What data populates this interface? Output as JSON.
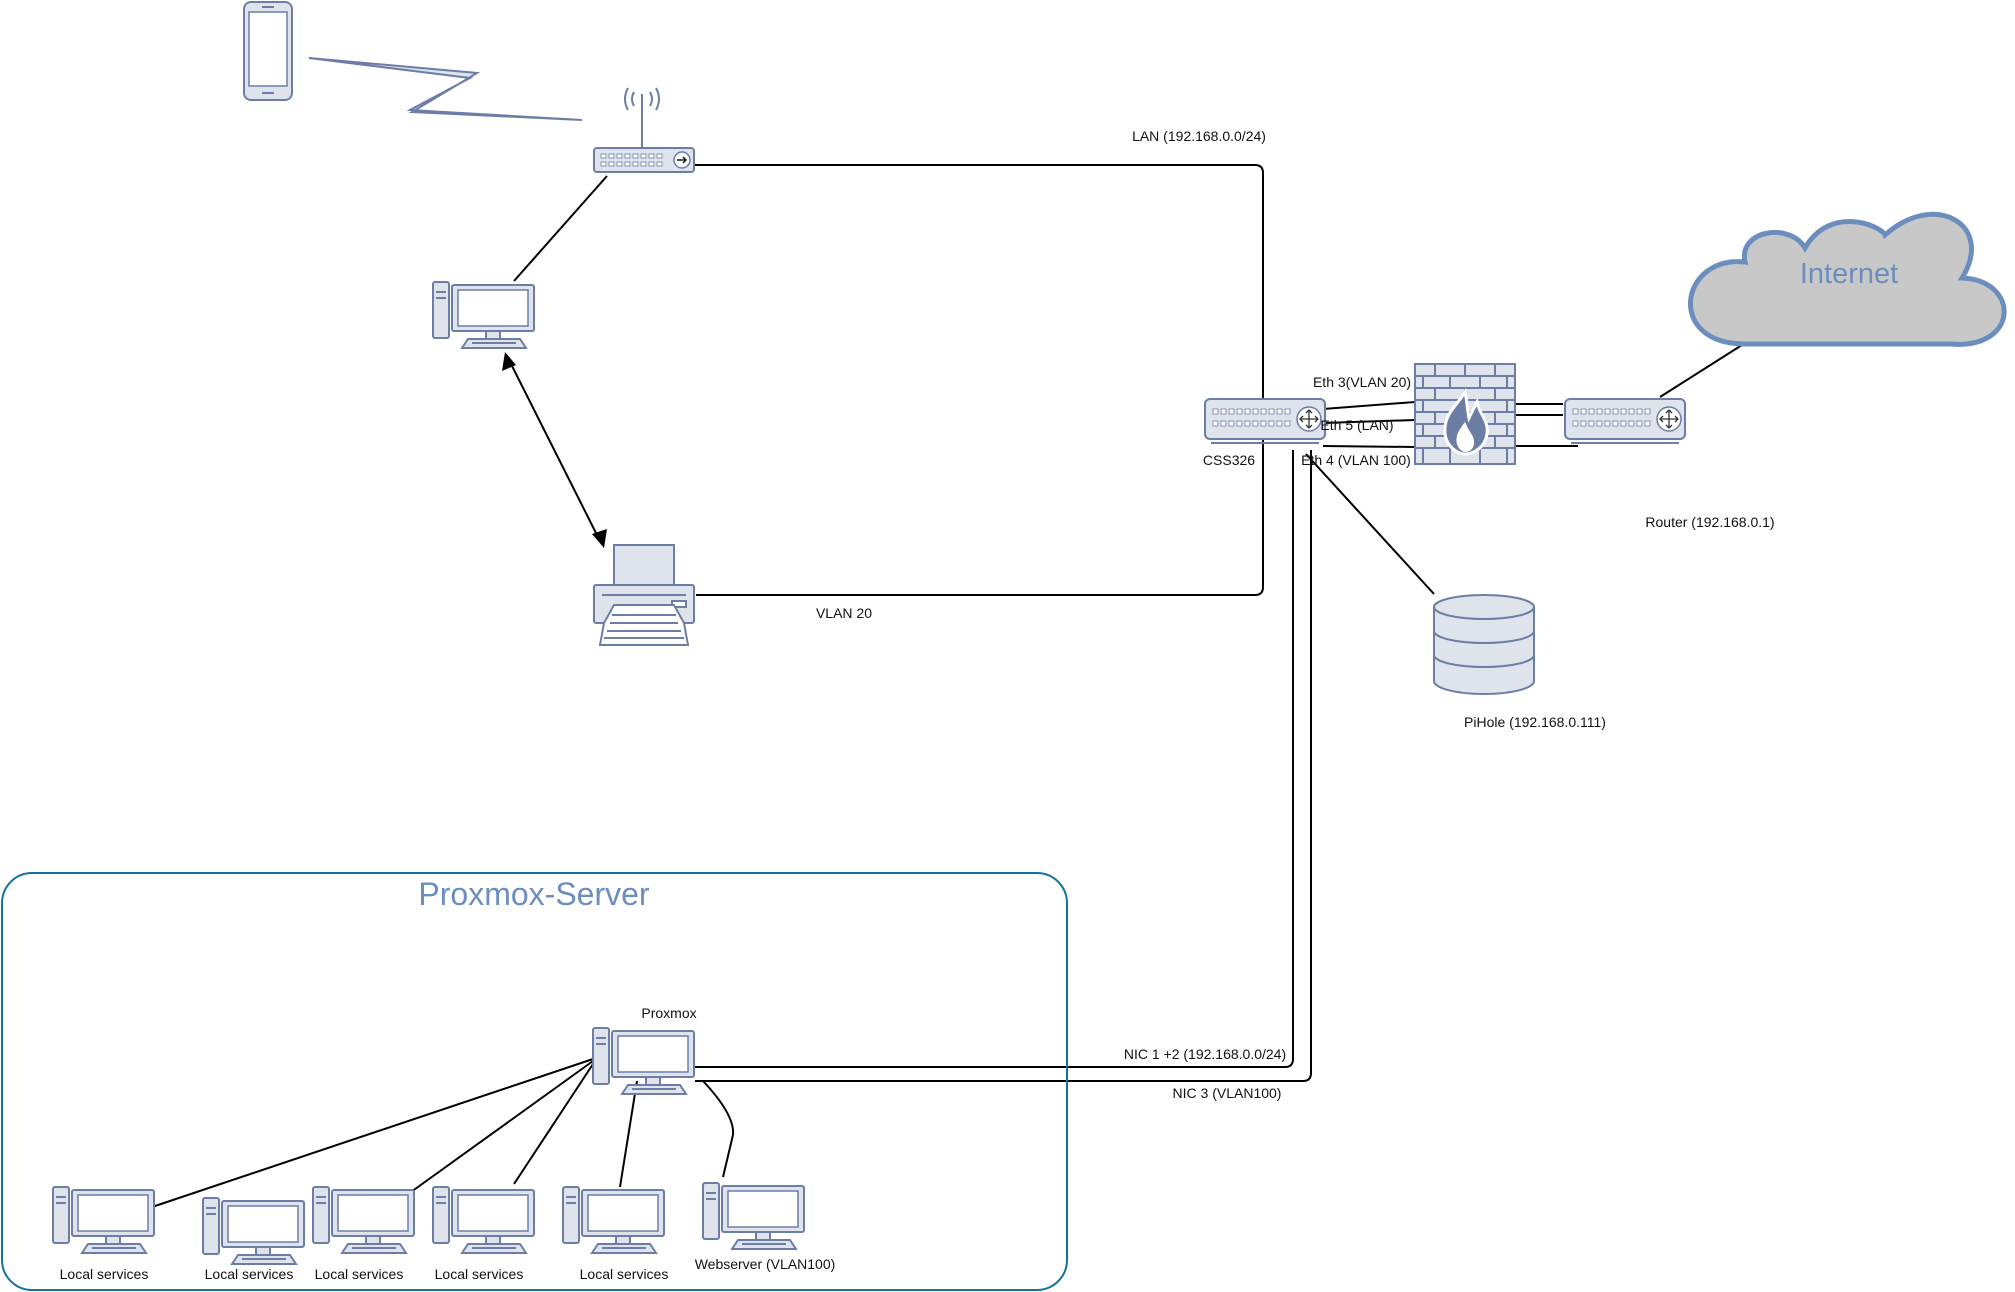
{
  "labels": {
    "lan": "LAN (192.168.0.0/24)",
    "vlan20": "VLAN 20",
    "css326": "CSS326",
    "eth3": "Eth 3(VLAN 20)",
    "eth5": "Eth 5 (LAN)",
    "eth4": "Eth 4 (VLAN 100)",
    "router": "Router (192.168.0.1)",
    "internet": "Internet",
    "pihole": "PiHole (192.168.0.111)",
    "proxmox_group": "Proxmox-Server",
    "proxmox": "Proxmox",
    "nic12": "NIC 1 +2 (192.168.0.0/24)",
    "nic3": "NIC 3 (VLAN100)",
    "services": [
      "Local services",
      "Local services",
      "Local services",
      "Local services",
      "Local services",
      "Webserver (VLAN100)"
    ]
  },
  "colors": {
    "device_stroke": "#6c7ea6",
    "device_fill": "#dfe3ec",
    "cloud_fill": "#c8c8c8",
    "cloud_stroke": "#6c8ebf",
    "group_border": "#10739e",
    "group_label": "#6c8ebf",
    "link": "#000000"
  }
}
